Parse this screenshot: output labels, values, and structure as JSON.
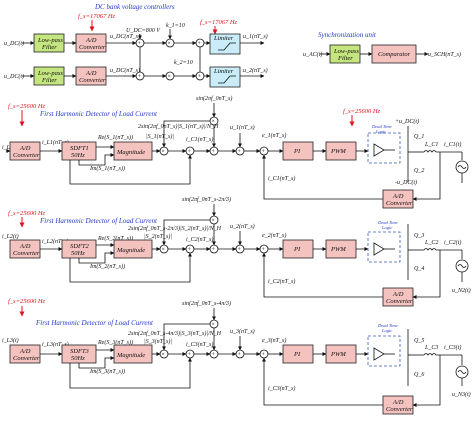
{
  "titles": {
    "dc_bank": "DC bank voltage controllers",
    "sync_unit": "Synchronization unit",
    "fhd1": "First Harmonic Detector of Load Current",
    "fhd2": "First Harmonic Detector of Load Current",
    "fhd3": "First Harmonic Detector of Load Current"
  },
  "freq": {
    "dc_ad": "f_s=17067 Hz",
    "dc_lim": "f_s=17067 Hz",
    "row1_left": "f_s=25600 Hz",
    "row1_right": "f_s=25600 Hz",
    "row2_left": "f_s=25600 Hz",
    "row3_left": "f_s=25600 Hz"
  },
  "blocks": {
    "lowpass": "Low-pass",
    "filter": "Filter",
    "ad": "A/D",
    "converter": "Converter",
    "limiter": "Limiter",
    "comparator": "Comparator",
    "sdft1": "SDFT1",
    "sdft2": "SDFT2",
    "sdft3": "SDFT3",
    "hz50": "50Hz",
    "magnitude": "Magnitude",
    "pi": "PI",
    "pwm": "PWM",
    "dead_time": "Dead Time",
    "logic": "Logic"
  },
  "signals": {
    "u_dc_t": "u_DC(t)",
    "u_dc_nts": "u_DC(nT_s)",
    "u_dc_ref": "U_DC=800 V",
    "k1": "k_1=10",
    "k2": "k_2=10",
    "u_ac_t": "u_AC(t)",
    "u_sync": "u_SCH(nT_s)",
    "ul1_t": "i_L1(t)",
    "il1_nts": "i_L1(nT_s)",
    "il2_t": "i_L2(t)",
    "il2_nts": "i_L2(nT_s)",
    "il3_t": "i_L3(t)",
    "il3_nts": "i_L3(nT_s)",
    "re1": "Re(S_1(nT_s))",
    "im1": "Im(S_1(nT_s))",
    "re2": "Re(S_2(nT_s))",
    "im2": "Im(S_2(nT_s))",
    "re3": "Re(S_3(nT_s))",
    "im3": "Im(S_3(nT_s))",
    "sin1": "sin(2πf_0nT_s)",
    "sin2": "sin(2πf_0nT_s-2π/3)",
    "sin3": "sin(2πf_0nT_s-4π/3)",
    "mag1": "2sin(2πf_0nT_s)|S_1(nT_s)|/N_H",
    "mag2": "2sin(2πf_0nT_s-2π/3)|S_2(nT_s)|/N_H",
    "mag3": "2sin(2πf_0nT_s-4π/3)|S_3(nT_s)|/N_H",
    "abs1": "|S_1(nT_s)|",
    "abs2": "|S_2(nT_s)|",
    "abs3": "|S_3(nT_s)|",
    "u1": "u_1(nT_s)",
    "u2": "u_2(nT_s)",
    "u3": "u_3(nT_s)",
    "ic1": "i_C1(nT_s)",
    "ic2": "i_C2(nT_s)",
    "ic3": "i_C3(nT_s)",
    "ic1_t": "i_C1(t)",
    "ic2_t": "i_C2(t)",
    "ic3_t": "i_C3(t)",
    "e1": "e_1(nT_s)",
    "e2": "e_2(nT_s)",
    "e3": "e_3(nT_s)",
    "q1": "Q_1",
    "q2": "Q_2",
    "q3": "Q_3",
    "q4": "Q_4",
    "q5": "Q_5",
    "q6": "Q_6",
    "lc1": "L_C1",
    "lc2": "L_C2",
    "lc3": "L_C3",
    "pudc": "+u_DC(t)",
    "mudc": "-u_DC(t)",
    "un1": "u_N1(t)",
    "un2": "u_N2(t)",
    "un3": "u_N3(t)",
    "minus_one": "-1...+1"
  }
}
